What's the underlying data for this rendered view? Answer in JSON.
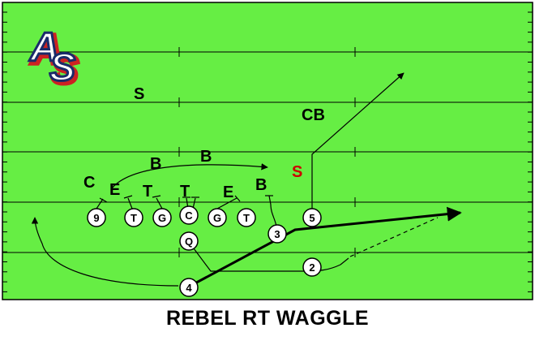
{
  "title": "REBEL RT WAGGLE",
  "logo": {
    "text_a": "A",
    "text_s": "S"
  },
  "colors": {
    "field": "#66ee44",
    "line": "#000000",
    "logo_fill": "#ffffff",
    "logo_stroke": "#1a2a6a",
    "logo_shadow": "#cc2222",
    "highlight_defender": "#cc0000"
  },
  "offense": {
    "split_end": "9",
    "tackle_left": "T",
    "guard_left": "G",
    "center": "C",
    "guard_right": "G",
    "tackle_right": "T",
    "wingback": "3",
    "flanker": "5",
    "quarterback": "Q",
    "halfback": "2",
    "fullback": "4"
  },
  "defense": {
    "corner_left": "C",
    "end_left": "E",
    "tackle_left": "T",
    "tackle_right": "T",
    "end_right": "E",
    "backer_outside": "B",
    "linebacker_1": "B",
    "linebacker_2": "B",
    "safety_deep": "S",
    "safety_strong": "S",
    "cornerback": "CB"
  }
}
